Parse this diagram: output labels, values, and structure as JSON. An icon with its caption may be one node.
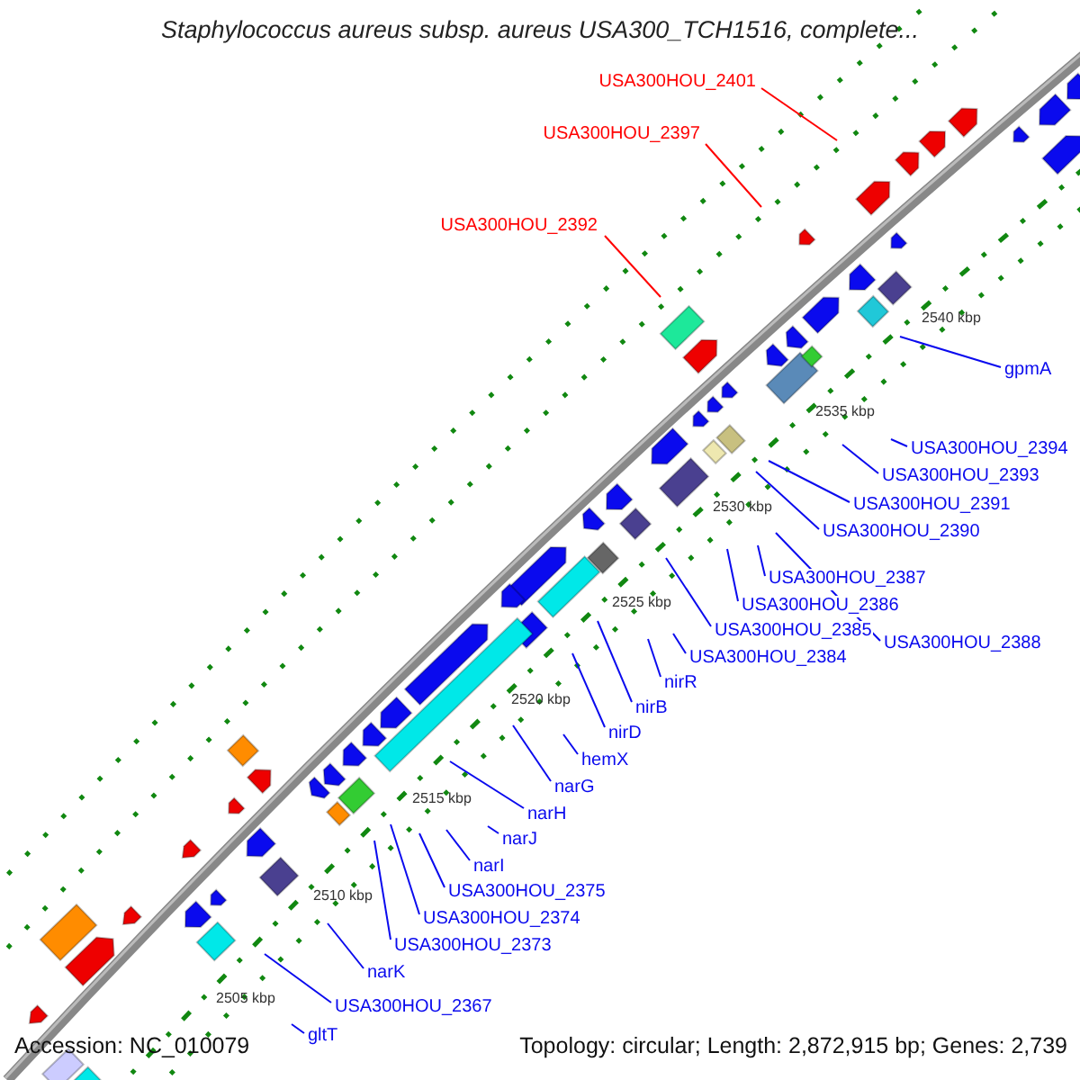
{
  "diagram": {
    "title": "Staphylococcus aureus subsp. aureus USA300_TCH1516, complete...",
    "nodes": [
      {
        "text": [
          "USA300HOU_2401"
        ]
      },
      {
        "text": [
          "USA300HOU_2397"
        ]
      },
      {
        "text": [
          "USA300HOU_2392"
        ]
      },
      {
        "text": [
          "gpmA"
        ]
      },
      {
        "text": [
          "USA300HOU_2394"
        ]
      },
      {
        "text": [
          "USA300HOU_2393"
        ]
      },
      {
        "text": [
          "USA300HOU_2391"
        ]
      },
      {
        "text": [
          "USA300HOU_2390"
        ]
      },
      {
        "text": [
          "USA300HOU_2387"
        ]
      },
      {
        "text": [
          "USA300HOU_2386"
        ]
      },
      {
        "text": [
          "USA300HOU_2385"
        ]
      },
      {
        "text": [
          "USA300HOU_2388"
        ]
      },
      {
        "text": [
          "USA300HOU_2384"
        ]
      },
      {
        "text": [
          "nirR"
        ]
      },
      {
        "text": [
          "nirB"
        ]
      },
      {
        "text": [
          "nirD"
        ]
      },
      {
        "text": [
          "hemX"
        ]
      },
      {
        "text": [
          "narG"
        ]
      },
      {
        "text": [
          "narH"
        ]
      },
      {
        "text": [
          "narJ"
        ]
      },
      {
        "text": [
          "narI"
        ]
      },
      {
        "text": [
          "USA300HOU_2375"
        ]
      },
      {
        "text": [
          "USA300HOU_2374"
        ]
      },
      {
        "text": [
          "USA300HOU_2373"
        ]
      },
      {
        "text": [
          "narK"
        ]
      },
      {
        "text": [
          "USA300HOU_2367"
        ]
      },
      {
        "text": [
          "gltT"
        ]
      }
    ],
    "edges": [
      {
        "from": 0,
        "to": null,
        "arrow": "none",
        "color": "#ff0000"
      },
      {
        "from": 1,
        "to": null,
        "arrow": "none",
        "color": "#ff0000"
      },
      {
        "from": 2,
        "to": null,
        "arrow": "none",
        "color": "#ff0000"
      },
      {
        "from": 3,
        "to": null,
        "arrow": "none"
      },
      {
        "from": 4,
        "to": null,
        "arrow": "none"
      },
      {
        "from": 5,
        "to": null,
        "arrow": "none"
      },
      {
        "from": 6,
        "to": null,
        "arrow": "none"
      },
      {
        "from": 7,
        "to": null,
        "arrow": "none"
      },
      {
        "from": 8,
        "to": null,
        "arrow": "none"
      },
      {
        "from": 9,
        "to": null,
        "arrow": "none"
      },
      {
        "from": 10,
        "to": null,
        "arrow": "none"
      },
      {
        "from": 11,
        "to": null,
        "arrow": "none"
      },
      {
        "from": 12,
        "to": null,
        "arrow": "none"
      },
      {
        "from": 13,
        "to": null,
        "arrow": "none"
      },
      {
        "from": 14,
        "to": null,
        "arrow": "none"
      },
      {
        "from": 15,
        "to": null,
        "arrow": "none"
      },
      {
        "from": 16,
        "to": null,
        "arrow": "none"
      },
      {
        "from": 17,
        "to": null,
        "arrow": "none"
      },
      {
        "from": 18,
        "to": null,
        "arrow": "none"
      },
      {
        "from": 19,
        "to": null,
        "arrow": "none"
      },
      {
        "from": 20,
        "to": null,
        "arrow": "none"
      },
      {
        "from": 21,
        "to": null,
        "arrow": "none"
      },
      {
        "from": 22,
        "to": null,
        "arrow": "none"
      },
      {
        "from": 23,
        "to": null,
        "arrow": "none"
      },
      {
        "from": 24,
        "to": null,
        "arrow": "none"
      },
      {
        "from": 25,
        "to": null,
        "arrow": "none"
      },
      {
        "from": 26,
        "to": null,
        "arrow": "none"
      }
    ],
    "labels": [
      "2540 kbp",
      "2535 kbp",
      "2530 kbp",
      "2525 kbp",
      "2520 kbp",
      "2515 kbp",
      "2510 kbp",
      "2505 kbp",
      "Accession: NC_010079",
      "Topology: circular; Length: 2,872,915 bp; Genes: 2,739"
    ]
  }
}
